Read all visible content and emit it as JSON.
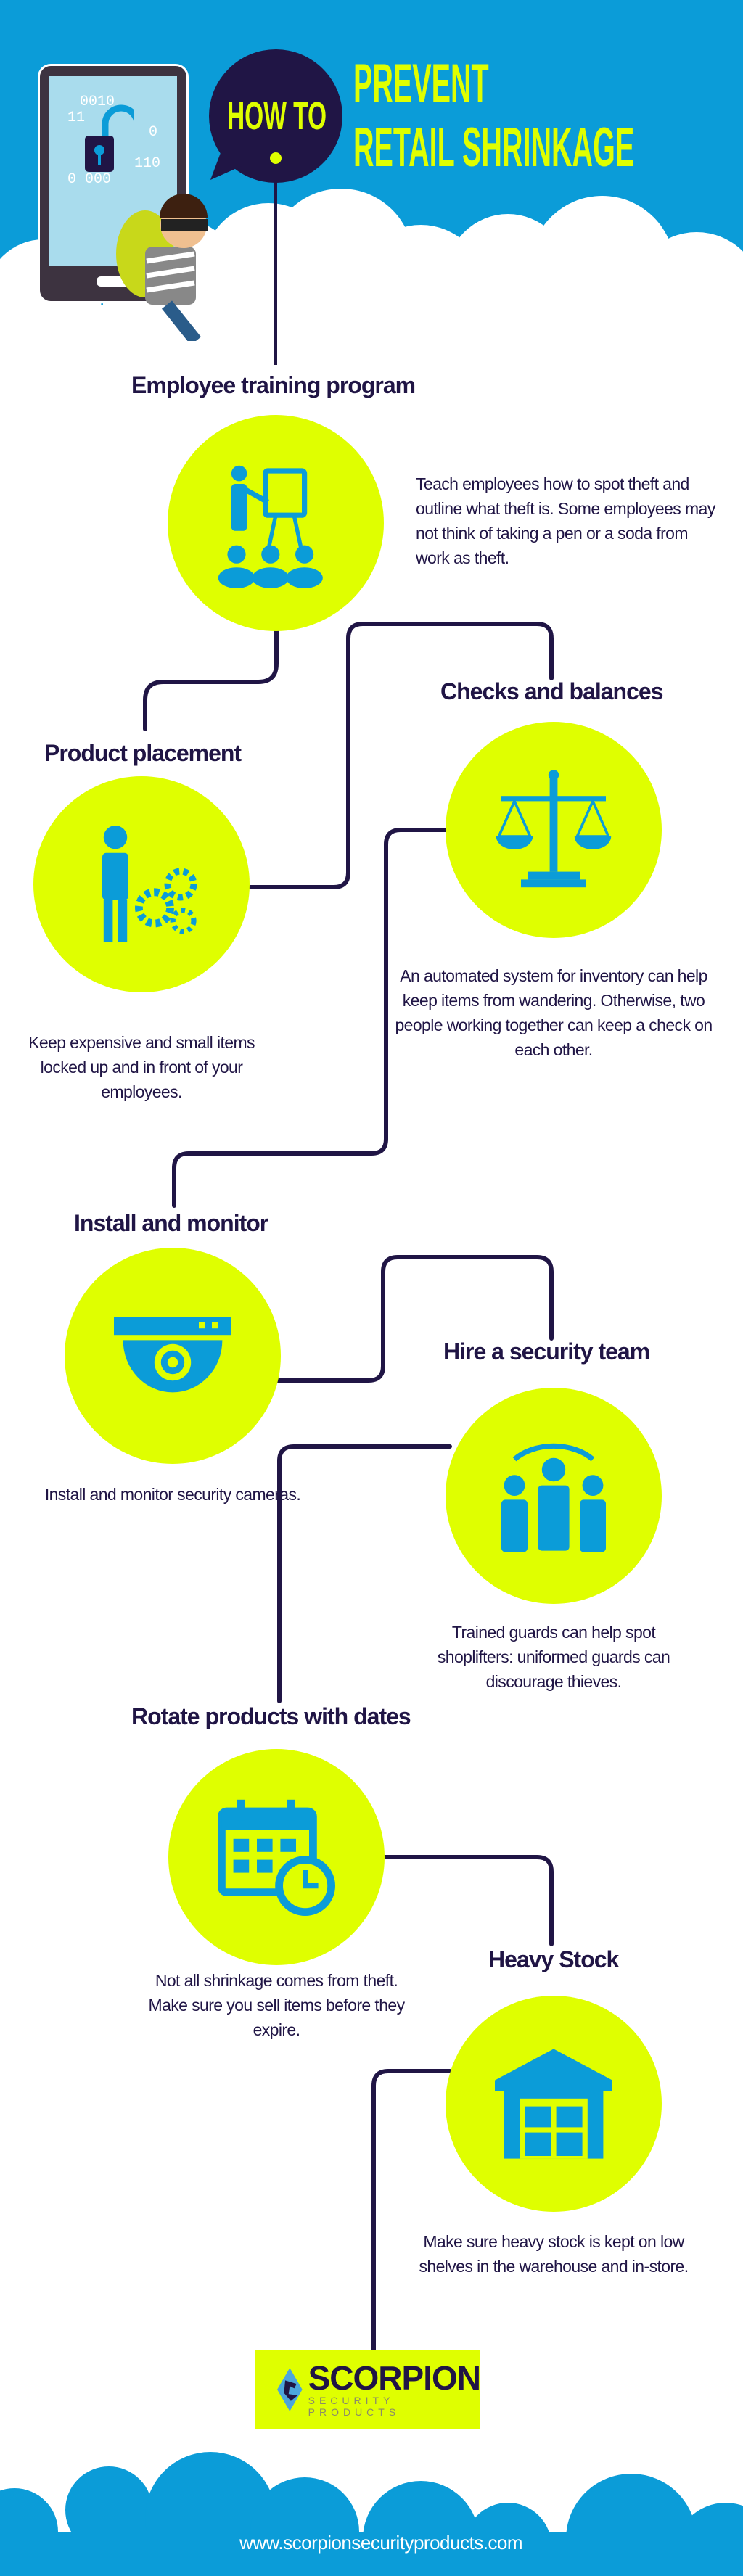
{
  "header": {
    "how_to": "HOW TO",
    "title_line1": "PREVENT",
    "title_line2": "RETAIL SHRINKAGE",
    "phone_code": [
      "0010",
      "11",
      "0",
      "110",
      "0 000"
    ]
  },
  "sections": [
    {
      "heading": "Employee training program",
      "text": "Teach employees how to spot theft and outline what theft is. Some employees may not think of taking a pen or a soda from work as theft.",
      "icon": "training-presentation-icon"
    },
    {
      "heading": "Product placement",
      "text": "Keep expensive and small items locked up and in front of your employees.",
      "icon": "worker-gears-icon"
    },
    {
      "heading": "Checks and balances",
      "text": "An automated system for inventory can help keep items from wandering. Otherwise, two people working together can keep a check on each other.",
      "icon": "scales-icon"
    },
    {
      "heading": "Install and monitor",
      "text": "Install and monitor security cameras.",
      "icon": "security-camera-icon"
    },
    {
      "heading": "Hire a security team",
      "text": "Trained guards can help spot shoplifters: uniformed guards can discourage thieves.",
      "icon": "security-team-icon"
    },
    {
      "heading": "Rotate products with dates",
      "text": "Not all shrinkage comes from theft. Make sure you sell items before they expire.",
      "icon": "calendar-clock-icon"
    },
    {
      "heading": "Heavy Stock",
      "text": "Make sure heavy stock is kept on low shelves in the warehouse and in-store.",
      "icon": "warehouse-icon"
    }
  ],
  "footer": {
    "brand": "SCORPION",
    "brand_sub": "SECURITY PRODUCTS",
    "url": "www.scorpionsecurityproducts.com"
  },
  "colors": {
    "sky": "#0b9cd8",
    "navy": "#201545",
    "lime": "#dfff00"
  }
}
